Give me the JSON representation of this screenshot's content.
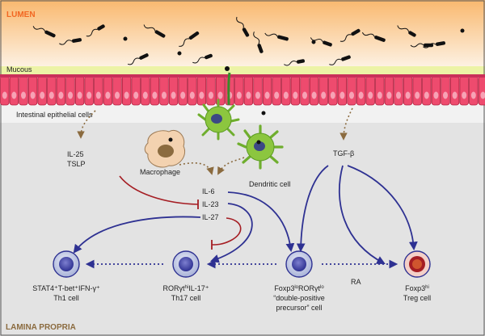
{
  "regions": {
    "lumen": "LUMEN",
    "mucous": "Mucous",
    "epithelium": "Intestinal epithelial cells",
    "lamina": "LAMINA PROPRIA"
  },
  "cells": {
    "macrophage": "Macrophage",
    "dendritic": "Dendritic cell"
  },
  "cytokines": {
    "il25": "IL-25",
    "tslp": "TSLP",
    "il6": "IL-6",
    "il23": "IL-23",
    "il27": "IL-27",
    "tgfb": "TGF-β",
    "ra": "RA"
  },
  "tcells": {
    "th1": {
      "line1": "STAT4⁺T-bet⁺IFN-γ⁺",
      "line2": "Th1 cell"
    },
    "th17": {
      "line1": "RORγt",
      "sup1": "hi",
      "line1b": "IL-17⁺",
      "line2": "Th17 cell"
    },
    "dp": {
      "line1a": "Foxp3",
      "sup1": "lo",
      "line1b": "RORγt",
      "sup2": "lo",
      "line2": "“double-positive",
      "line3": "precursor” cell"
    },
    "treg": {
      "line1": "Foxp3",
      "sup1": "hi",
      "line2": "Treg cell"
    }
  },
  "colors": {
    "lumen_top": "#f7a95c",
    "lumen_bottom": "#fde7cf",
    "mucous": "#ecf3a6",
    "epithelium": "#ee4b6e",
    "lamina": "#e3e3e3",
    "blue_arrow": "#2e3192",
    "red_inhibit": "#a51d23",
    "dotted_brown": "#8b6b3f",
    "dendritic": "#8cc63f",
    "macrophage": "#f3d2b0",
    "region_label": "#f26722"
  }
}
